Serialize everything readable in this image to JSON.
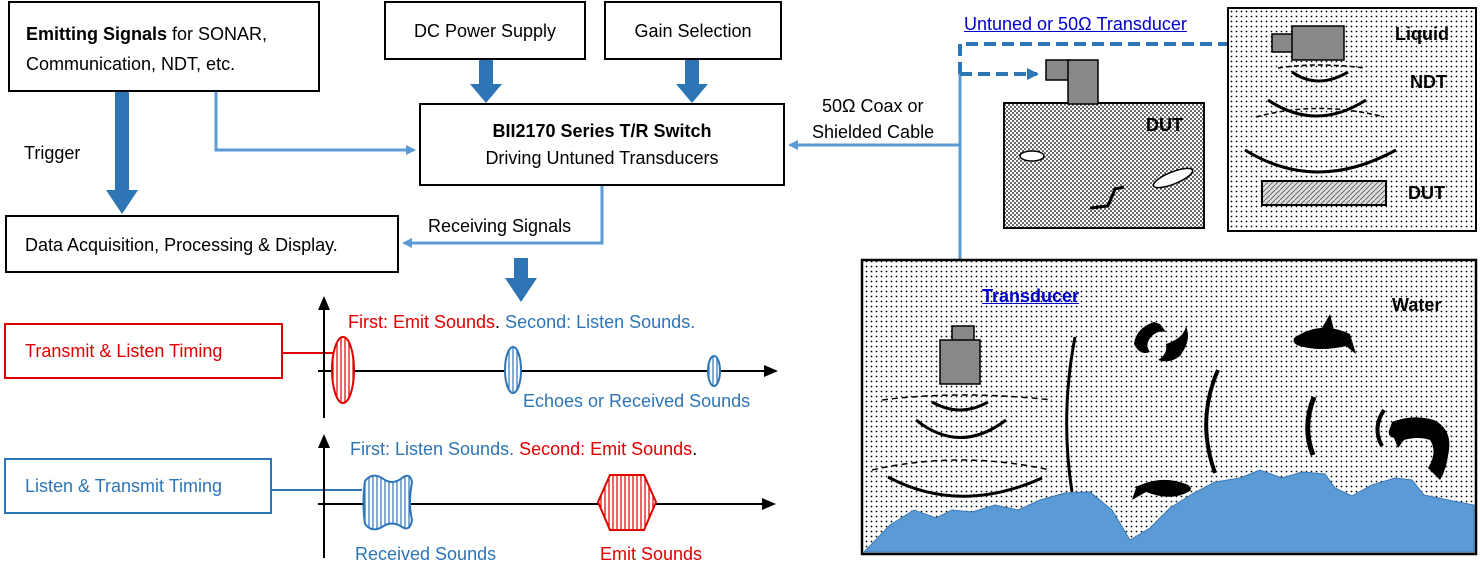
{
  "blocks": {
    "emitting_bold": "Emitting Signals",
    "emitting_rest1": " for SONAR,",
    "emitting_rest2": "Communication, NDT, etc.",
    "dc_power": "DC Power Supply",
    "gain": "Gain Selection",
    "switch_line1": "BII2170 Series T/R Switch",
    "switch_line2": "Driving Untuned Transducers",
    "daq": "Data Acquisition, Processing & Display."
  },
  "labels": {
    "trigger": "Trigger",
    "receiving": "Receiving Signals",
    "coax1": "50Ω Coax or",
    "coax2": "Shielded Cable",
    "untuned_link": "Untuned or 50Ω Transducer",
    "transducer_link": "Transducer"
  },
  "timing_tx": {
    "box": "Transmit & Listen Timing",
    "first": "First: Emit Sounds",
    "dot": ".",
    "second": " Second: Listen Sounds.",
    "echoes": "Echoes or Received Sounds"
  },
  "timing_rx": {
    "box": "Listen & Transmit Timing",
    "first": "First: Listen Sounds.",
    "second": " Second: Emit Sounds",
    "dot": ".",
    "received": "Received Sounds",
    "emit": "Emit Sounds"
  },
  "panels": {
    "dut_small": "DUT",
    "liquid": "Liquid",
    "ndt": "NDT",
    "dut_liquid": "DUT",
    "water": "Water"
  },
  "colors": {
    "arrow_blue": "#2e75b6",
    "line_blue": "#5b9bd5",
    "red": "#e00000",
    "rock_blue": "#5b9bd5"
  }
}
